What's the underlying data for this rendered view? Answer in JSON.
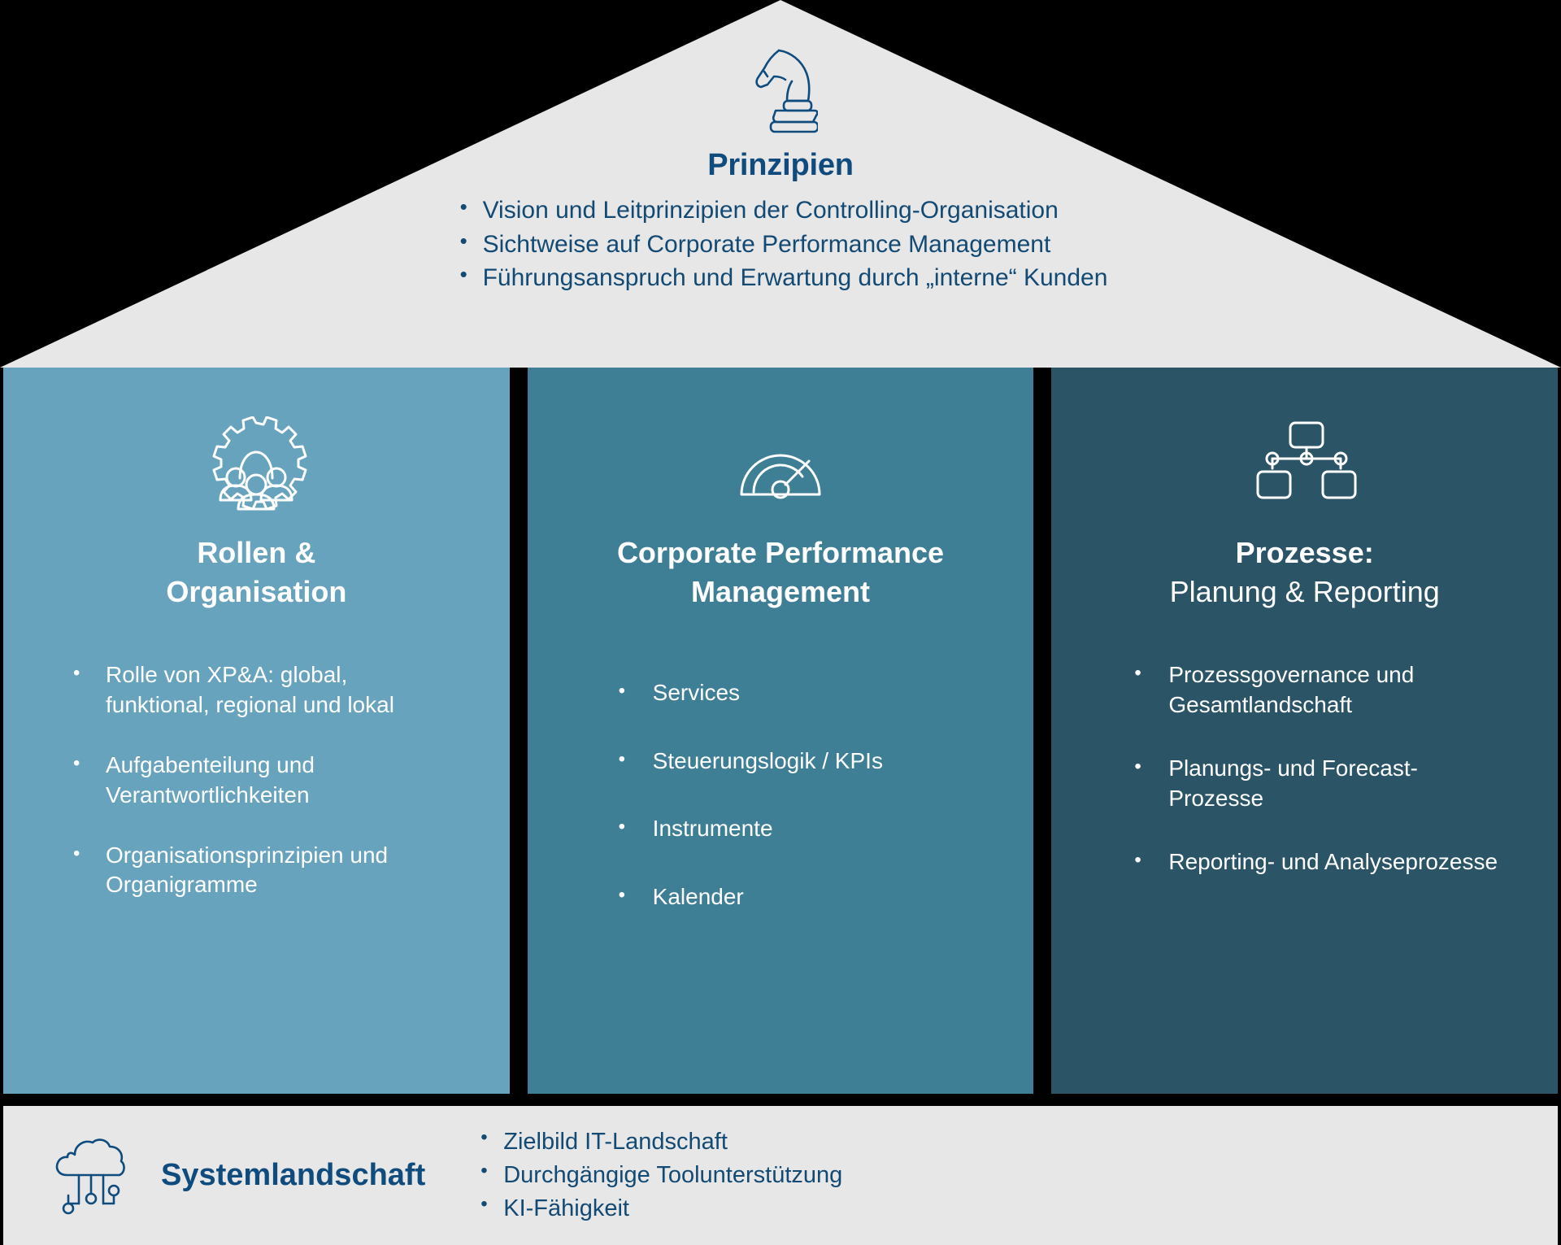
{
  "roof": {
    "icon": "chess-knight-icon",
    "title": "Prinzipien",
    "bullets": [
      "Vision und Leitprinzipien der Controlling-Organisation",
      "Sichtweise auf Corporate Performance Management",
      "Führungsanspruch und Erwartung durch „interne“ Kunden"
    ]
  },
  "pillars": [
    {
      "icon": "gear-people-icon",
      "color": "#67a3bd",
      "title_line1": "Rollen &",
      "title_line2": "Organisation",
      "bullets": [
        "Rolle von XP&A: global, funktional, regional und lokal",
        "Aufgabenteilung und Verantwortlichkeiten",
        "Organisationsprinzipien und Organigramme"
      ]
    },
    {
      "icon": "gauge-icon",
      "color": "#3e7f96",
      "title_line1": "Corporate Performance",
      "title_line2": "Management",
      "bullets": [
        "Services",
        "Steuerungslogik / KPIs",
        "Instrumente",
        "Kalender"
      ]
    },
    {
      "icon": "org-chart-icon",
      "color": "#2b5467",
      "title_line1": "Prozesse:",
      "title_line2": "Planung & Reporting",
      "bullets": [
        "Prozessgovernance und Gesamtlandschaft",
        "Planungs- und Forecast-Prozesse",
        "Reporting- und Analyseprozesse"
      ]
    }
  ],
  "base": {
    "icon": "cloud-tech-icon",
    "title": "Systemlandschaft",
    "bullets": [
      "Zielbild IT-Landschaft",
      "Durchgängige Toolunterstützung",
      "KI-Fähigkeit"
    ]
  },
  "colors": {
    "accent_dark_blue": "#0f4c7d",
    "roof_bg": "#e7e7e7",
    "pillar_1": "#67a3bd",
    "pillar_2": "#3e7f96",
    "pillar_3": "#2b5467",
    "text_white": "#ffffff"
  }
}
